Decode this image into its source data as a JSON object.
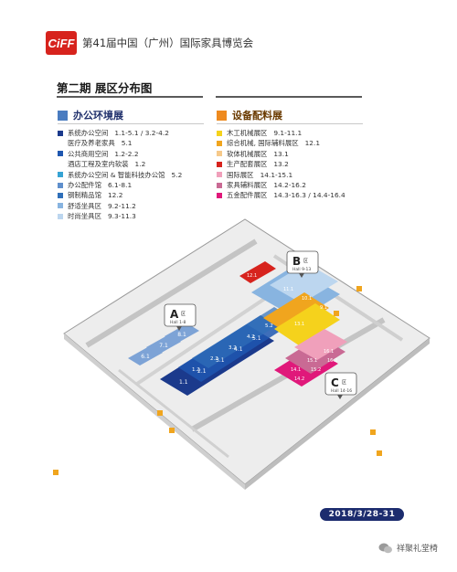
{
  "header": {
    "logo_text": "CiFF",
    "event_title": "第41届中国（广州）国际家具博览会",
    "phase_title": "第二期 展区分布图"
  },
  "colors": {
    "brand_red": "#d7231d",
    "office_blue": "#4a7cc0",
    "fittings_orange": "#ee8a1f",
    "date_badge": "#1c2c6e"
  },
  "office": {
    "heading": "办公环境展",
    "items": [
      {
        "name": "系统办公空间",
        "halls": "1.1-5.1 / 3.2-4.2",
        "color": "#1b3a8c"
      },
      {
        "name": "医疗及养老家具",
        "halls": "5.1",
        "color": ""
      },
      {
        "name": "公共商用空间",
        "halls": "1.2-2.2",
        "color": "#1f57b0"
      },
      {
        "name": "酒店工程及室内软装",
        "halls": "1.2",
        "color": ""
      },
      {
        "name": "系统办公空间 & 智能科技办公馆",
        "halls": "5.2",
        "color": "#36a3d4"
      },
      {
        "name": "办公配件馆",
        "halls": "6.1-8.1",
        "color": "#5f8fcc"
      },
      {
        "name": "钢制精品馆",
        "halls": "12.2",
        "color": "#2f6fb9"
      },
      {
        "name": "舒适坐具区",
        "halls": "9.2-11.2",
        "color": "#88b4e0"
      },
      {
        "name": "时尚坐具区",
        "halls": "9.3-11.3",
        "color": "#bcd6ef"
      }
    ]
  },
  "fittings": {
    "heading": "设备配料展",
    "items": [
      {
        "name": "木工机械展区",
        "halls": "9.1-11.1",
        "color": "#f5d21c"
      },
      {
        "name": "综合机械, 国际辅料展区",
        "halls": "12.1",
        "color": "#f0a51e"
      },
      {
        "name": "软体机械展区",
        "halls": "13.1",
        "color": "#f6c98a"
      },
      {
        "name": "生产配套展区",
        "halls": "13.2",
        "color": "#d7231d"
      },
      {
        "name": "国际展区",
        "halls": "14.1-15.1",
        "color": "#f0a0bb"
      },
      {
        "name": "家具辅料展区",
        "halls": "14.2-16.2",
        "color": "#c96a94"
      },
      {
        "name": "五金配件展区",
        "halls": "14.3-16.3 / 14.4-16.4",
        "color": "#e0187a"
      }
    ]
  },
  "map": {
    "zone_a": {
      "letter": "A",
      "suffix": "区",
      "hall": "Hall 1-8"
    },
    "zone_b": {
      "letter": "B",
      "suffix": "区",
      "hall": "Hall 9-13"
    },
    "zone_c": {
      "letter": "C",
      "suffix": "区",
      "hall": "Hall 14-16"
    },
    "hall_a_labels": [
      "1.1",
      "2.1",
      "3.1",
      "4.1",
      "5.1",
      "1.2",
      "2.2",
      "3.2",
      "4.2",
      "5.2"
    ],
    "hall_a2_labels": [
      "6.1",
      "7.1",
      "8.1"
    ],
    "hall_b_labels": [
      "12.1",
      "11.1",
      "10.1",
      "9.1",
      "13.1"
    ],
    "hall_c_labels": [
      "14.1",
      "15.1",
      "16.1",
      "14.2",
      "15.2",
      "16.2"
    ]
  },
  "footer": {
    "date": "2018/3/28-31",
    "watermark": "祥聚礼堂椅"
  }
}
